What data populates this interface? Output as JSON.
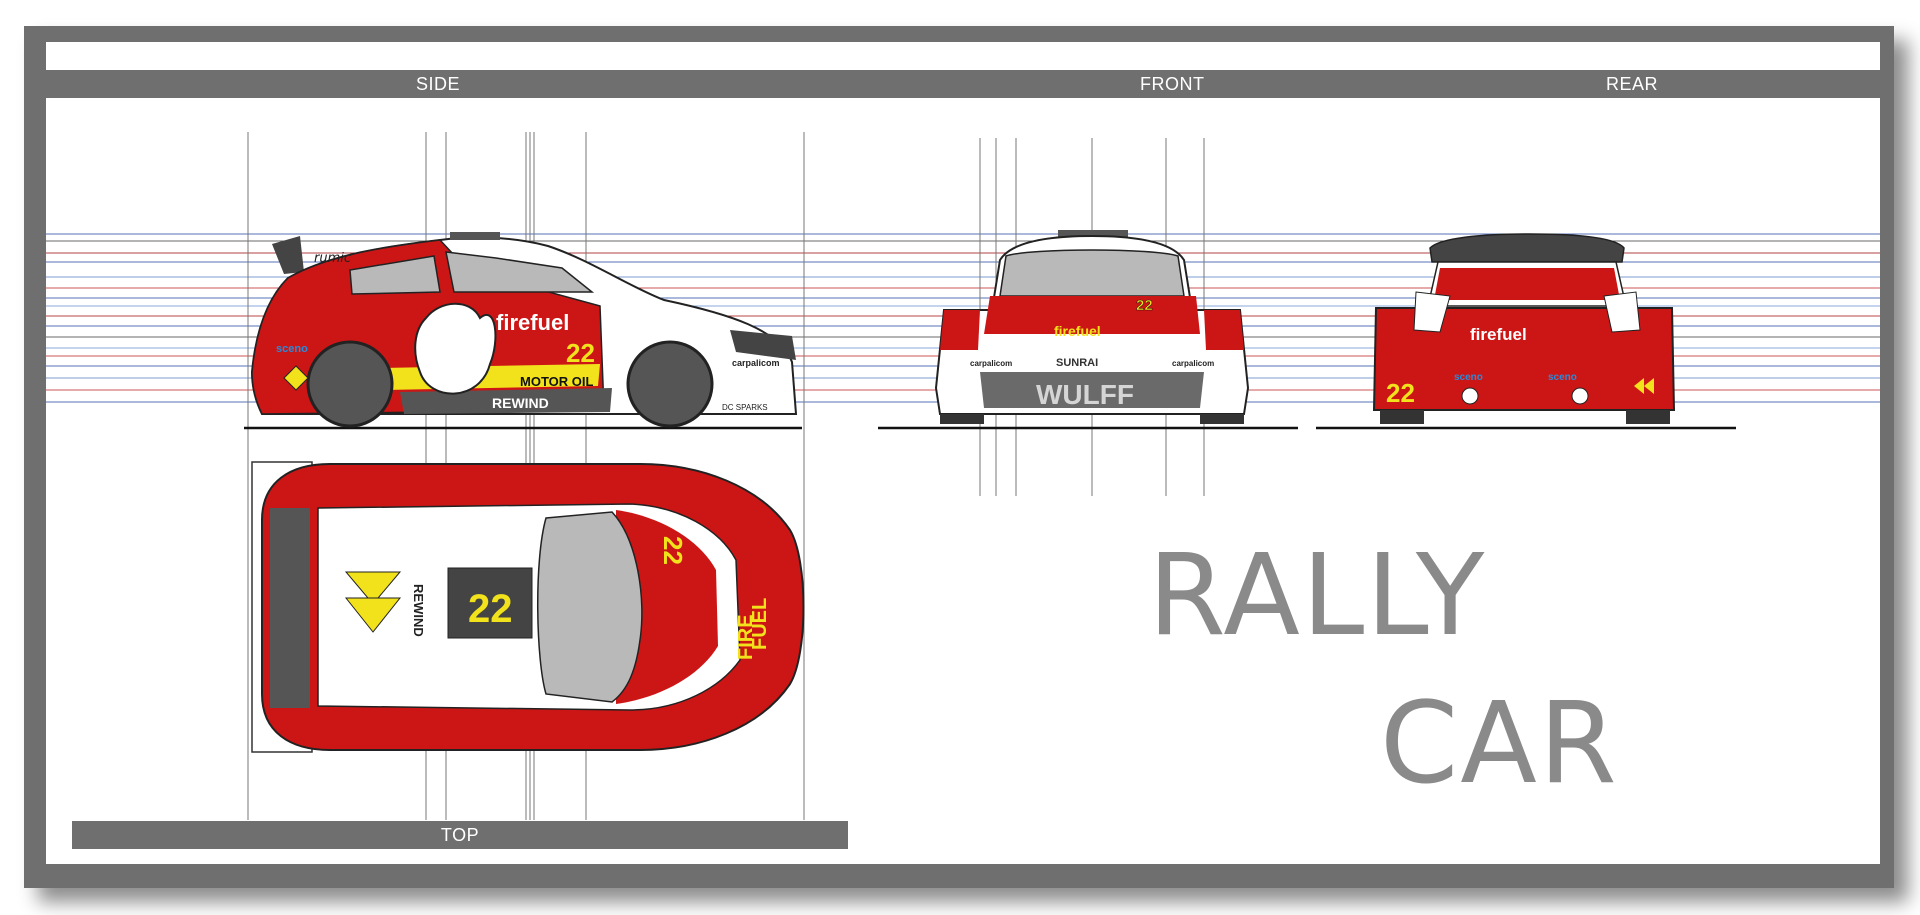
{
  "sheet": {
    "view_labels": {
      "side": "SIDE",
      "front": "FRONT",
      "rear": "REAR",
      "top": "TOP"
    },
    "title_line_1": "RALLY",
    "title_line_2": "CAR"
  },
  "livery": {
    "sponsor": "firefuel",
    "sponsor_stacked": [
      "FIRE",
      "FUEL"
    ],
    "race_number": "22",
    "motor_oil": "MOTOR OIL",
    "rewind": "REWIND",
    "rumic": "rumic",
    "sceno": "sceno",
    "carpalicom": "carpalicom",
    "sparks": "DC SPARKS",
    "grille_brand": "WULFF",
    "sunrai": "SUNRAI",
    "colors": {
      "body_red": "#cc1616",
      "body_white": "#ffffff",
      "accent_yellow": "#f2e21c",
      "glass_grey": "#b9b9b9",
      "tyre_dark": "#555555",
      "frame_grey": "#6f6f6f"
    }
  }
}
